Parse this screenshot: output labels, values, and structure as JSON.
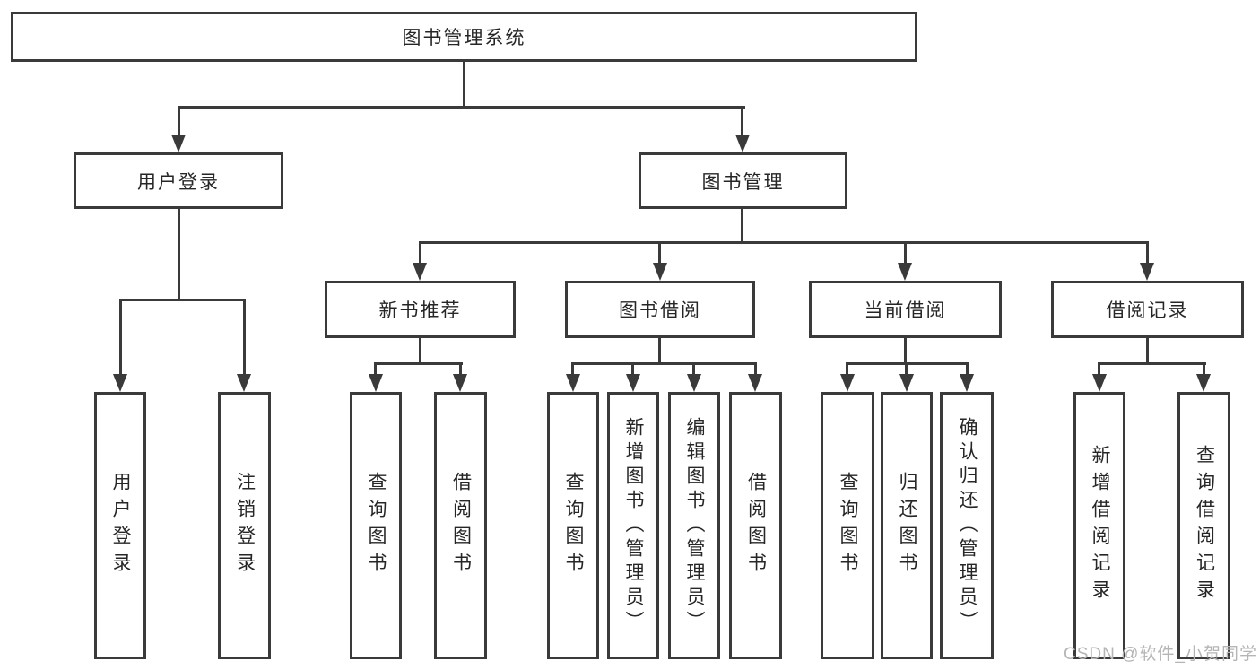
{
  "diagram": {
    "title": "图书管理系统",
    "branches": [
      {
        "label": "用户登录",
        "children": [
          "用户登录",
          "注销登录"
        ]
      },
      {
        "label": "图书管理",
        "modules": [
          {
            "label": "新书推荐",
            "children": [
              "查询图书",
              "借阅图书"
            ]
          },
          {
            "label": "图书借阅",
            "children": [
              "查询图书",
              "新增图书（管理员）",
              "编辑图书（管理员）",
              "借阅图书"
            ]
          },
          {
            "label": "当前借阅",
            "children": [
              "查询图书",
              "归还图书",
              "确认归还（管理员）"
            ]
          },
          {
            "label": "借阅记录",
            "children": [
              "新增借阅记录",
              "查询借阅记录"
            ]
          }
        ]
      }
    ],
    "watermark": "CSDN @软件_小贺同学",
    "colors": {
      "line": "#3a3a3a",
      "text": "#262626",
      "background": "#ffffff",
      "watermark": "#b5b5b5"
    }
  }
}
